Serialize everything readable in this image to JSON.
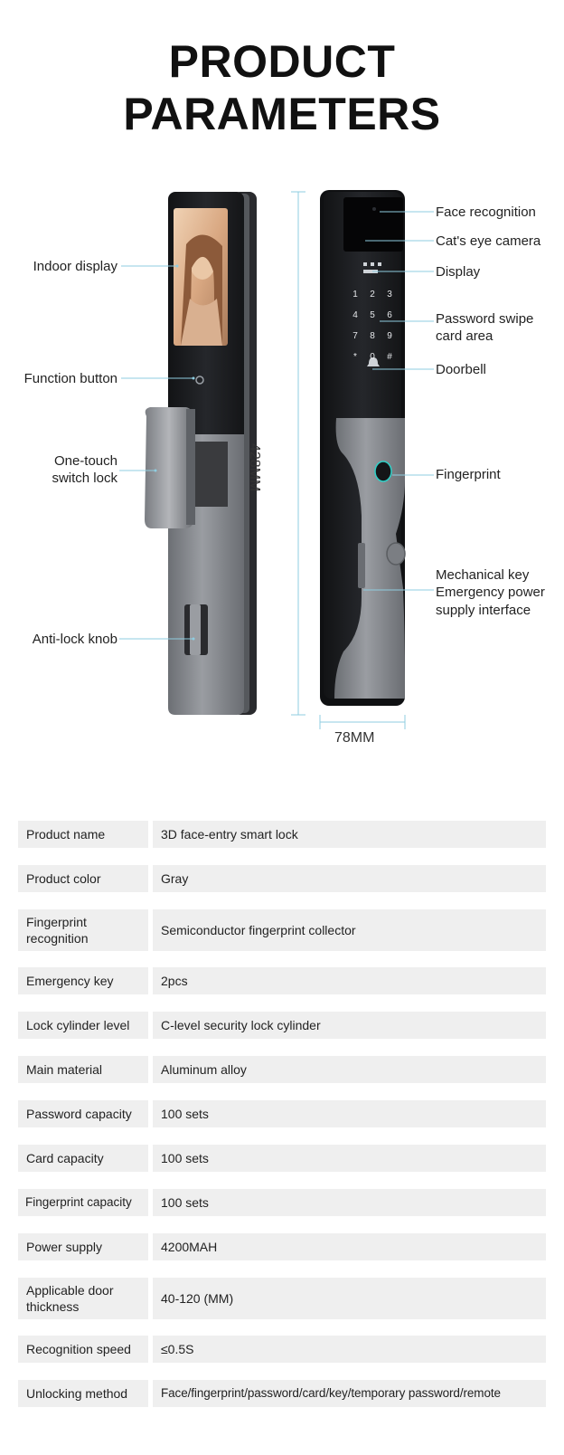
{
  "header": {
    "title_line1": "PRODUCT",
    "title_line2": "PARAMETERS"
  },
  "callouts": {
    "indoor_display": "Indoor display",
    "function_button": "Function button",
    "one_touch_1": "One-touch",
    "one_touch_2": "switch lock",
    "anti_lock_knob": "Anti-lock knob",
    "face_recognition": "Face recognition",
    "cats_eye_camera": "Cat's eye camera",
    "display": "Display",
    "password_1": "Password swipe",
    "password_2": "card area",
    "doorbell": "Doorbell",
    "fingerprint": "Fingerprint",
    "mech_1": "Mechanical key",
    "mech_2": "Emergency power",
    "mech_3": "supply interface"
  },
  "dimensions": {
    "height": "428MM",
    "width": "78MM"
  },
  "keypad": [
    "1",
    "2",
    "3",
    "4",
    "5",
    "6",
    "7",
    "8",
    "9",
    "*",
    "0",
    "#"
  ],
  "colors": {
    "lock_dark": "#1c1d20",
    "lock_metal": "#8a8d92",
    "guide_line": "#8fcde0",
    "table_bg": "#efefef"
  },
  "specs": [
    {
      "key": "Product name",
      "value": "3D face-entry smart lock"
    },
    {
      "key": "Product color",
      "value": "Gray"
    },
    {
      "key": "Fingerprint recognition",
      "value": "Semiconductor fingerprint collector"
    },
    {
      "key": "Emergency key",
      "value": "2pcs"
    },
    {
      "key": "Lock cylinder level",
      "value": "C-level security lock cylinder"
    },
    {
      "key": "Main material",
      "value": "Aluminum alloy"
    },
    {
      "key": "Password capacity",
      "value": "100 sets"
    },
    {
      "key": "Card capacity",
      "value": "100 sets"
    },
    {
      "key": "Fingerprint capacity",
      "value": "100 sets"
    },
    {
      "key": "Power supply",
      "value": "4200MAH"
    },
    {
      "key": "Applicable door thickness",
      "value": "40-120 (MM)"
    },
    {
      "key": "Recognition speed",
      "value": "≤0.5S"
    },
    {
      "key": "Unlocking method",
      "value": "Face/fingerprint/password/card/key/temporary password/remote"
    }
  ]
}
